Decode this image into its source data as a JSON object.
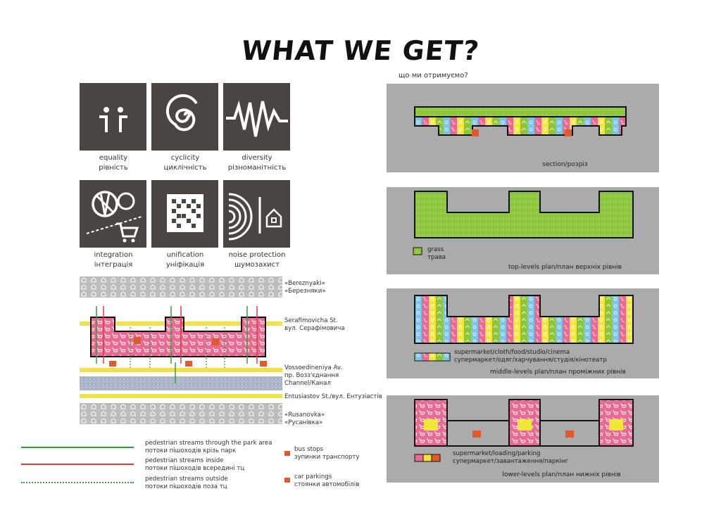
{
  "title": "WHAT WE GET?",
  "subtitle": "що ми отримуємо?",
  "icons": [
    {
      "en": "equality",
      "ua": "рівність",
      "icon": "people-icon"
    },
    {
      "en": "cyclicity",
      "ua": "циклічність",
      "icon": "spiral-icon"
    },
    {
      "en": "diversity",
      "ua": "різноманітність",
      "icon": "zigzag-icon"
    },
    {
      "en": "integration",
      "ua": "інтеграція",
      "icon": "integration-icon"
    },
    {
      "en": "unification",
      "ua": "уніфікація",
      "icon": "grid-icon"
    },
    {
      "en": "noise protection",
      "ua": "шумозахист",
      "icon": "noise-icon"
    }
  ],
  "map": {
    "bereznyaki_en": "«Bereznyaki»",
    "bereznyaki_ua": "«Березняки»",
    "serafimovicha_en": "Serafimovicha St.",
    "serafimovicha_ua": "вул. Серафімовича",
    "vossoedineniya_en": "Vossoedineniya Av.",
    "vossoedineniya_ua": "пр. Возз'єднання",
    "channel": "Channel/Канал",
    "entusiastov": "Entusiastov St./вул. Ентузіастів",
    "rusanovka_en": "«Rusanovka»",
    "rusanovka_ua": "«Русанівка»"
  },
  "legend": {
    "green_en": "pedestrian streams through the park area",
    "green_ua": "потоки пішоходів крізь парк",
    "red_en": "pedestrian streams inside",
    "red_ua": "потоки пішоходів всередині тц",
    "dotted_en": "pedestrian streams outside",
    "dotted_ua": "потоки пішоходів поза тц",
    "bus_en": "bus stops",
    "bus_ua": "зупинки транспорту",
    "car_en": "car parkings",
    "car_ua": "стоянки автомобілів"
  },
  "panels": {
    "section": "section/розріз",
    "top": "top-levels plan/план верхніх рівнів",
    "grass_en": "grass",
    "grass_ua": "трава",
    "middle": "middle-levels plan/план проміжних рівнів",
    "middle_legend_en": "supermarket/cloth/food/studio/cinema",
    "middle_legend_ua": "супермаркет/одяг/харчування/студія/кінотеатр",
    "lower": "lower-levels plan/план нижніх рівнів",
    "lower_legend_en": "supermarket/loading/parking",
    "lower_legend_ua": "супермаркет/завантаження/паркінг"
  },
  "colors": {
    "tile": "#4a4540",
    "panel": "#ababab",
    "pink": "#e86a93",
    "green": "#8cc43c",
    "yellow": "#f2e63a",
    "blue": "#7ec4e8",
    "orange": "#f2a03a",
    "road": "#f2e14a",
    "water": "#a9b4c6",
    "stream_green": "#3a9a3a",
    "stream_red": "#e03a3a",
    "stop": "#e25a2a"
  }
}
